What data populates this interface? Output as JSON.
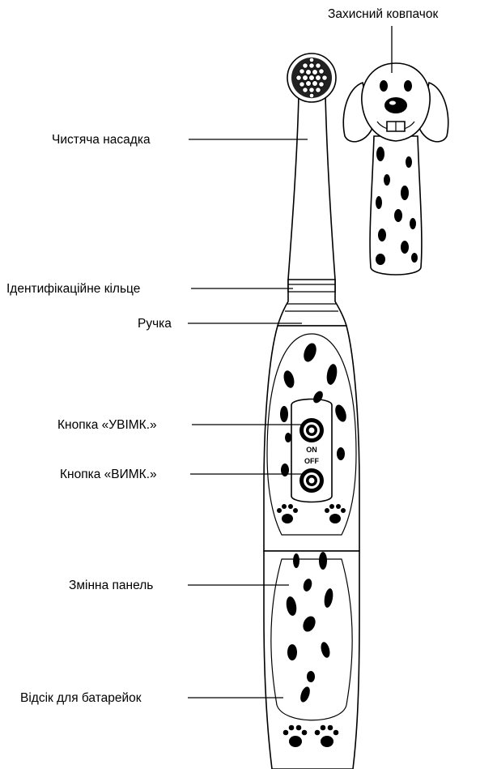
{
  "diagram": {
    "labels": {
      "cap": "Захисний ковпачок",
      "brush_head": "Чистяча насадка",
      "id_ring": "Ідентифікаційне кільце",
      "handle": "Ручка",
      "on_button": "Кнопка «УВІМК.»",
      "off_button": "Кнопка «ВИМК.»",
      "panel": "Змінна панель",
      "battery": "Відсік для батарейок"
    },
    "device_text": {
      "on": "ON",
      "off": "OFF"
    }
  }
}
